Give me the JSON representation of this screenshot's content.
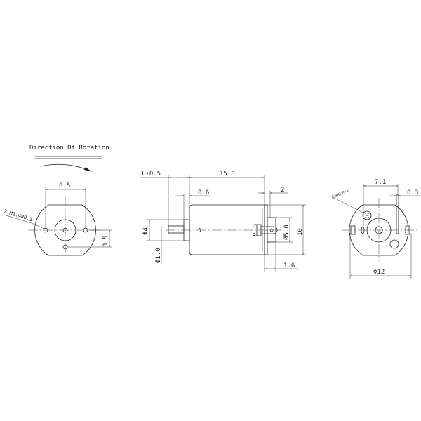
{
  "title": "Direction Of Rotation",
  "front_view": {
    "hole_spacing": "8.5",
    "hole_offset": "3.5",
    "hole_callout": "2-M1.4#0.3"
  },
  "side_view": {
    "shaft_length": "L±0.5",
    "body_length": "15.0",
    "bushing_length": "0.6",
    "flange_thickness": "2",
    "shaft_dia": "Φ1.0",
    "bushing_dia": "Φ4",
    "rear_dia": "Ø5.0",
    "body_height": "10",
    "terminal_length": "1.6"
  },
  "rear_view": {
    "terminal_spacing": "7.1",
    "terminal_thickness": "0.3",
    "outer_dia": "Φ12",
    "polarity_label": "正极标记“+”"
  }
}
